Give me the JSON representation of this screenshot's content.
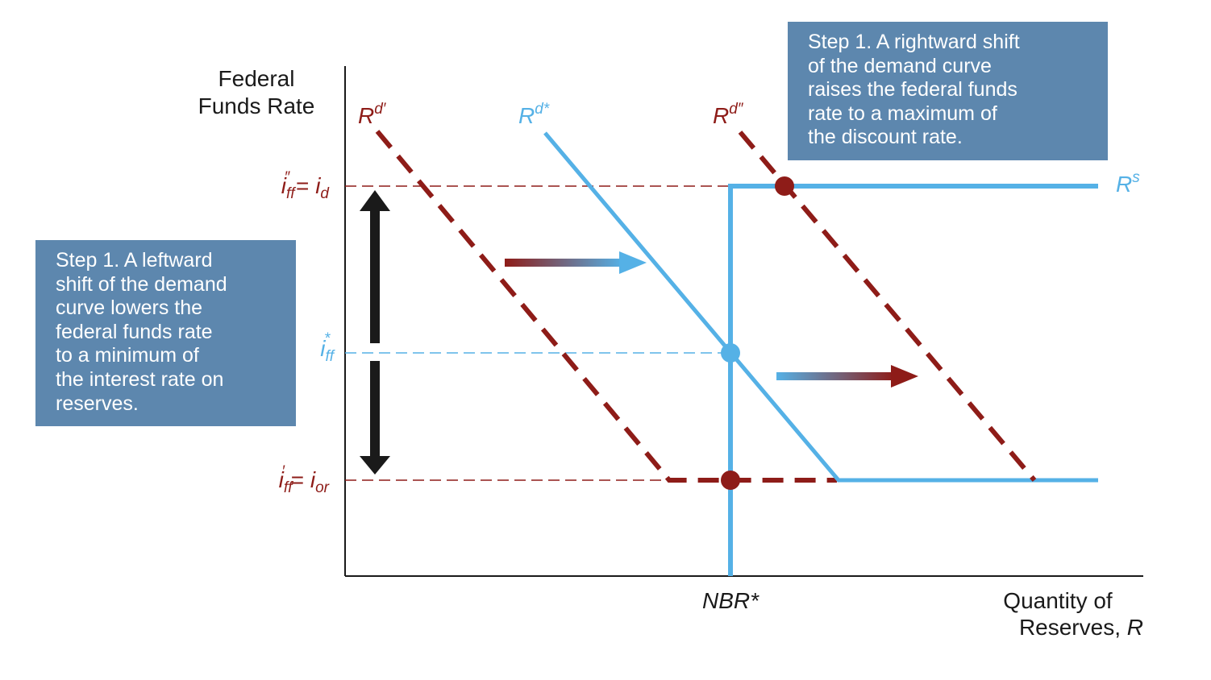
{
  "axes": {
    "y_label_line1": "Federal",
    "y_label_line2": "Funds Rate",
    "x_label_line1": "Quantity of",
    "x_label_line2": "Reserves, ",
    "x_label_var": "R",
    "x_tick": "NBR*"
  },
  "rates": {
    "upper": {
      "i": "i",
      "sub": "ff",
      "prime": "″",
      "eq": " = ",
      "rhs": "i",
      "rhs_sub": "d"
    },
    "middle": {
      "i": "i",
      "sub": "ff",
      "sup": "*"
    },
    "lower": {
      "i": "i",
      "sub": "ff",
      "prime": "′",
      "eq": " = ",
      "rhs": "i",
      "rhs_sub": "or"
    }
  },
  "curves": {
    "demand_left": {
      "base": "R",
      "sup": "d′"
    },
    "demand_star": {
      "base": "R",
      "sup": "d*"
    },
    "demand_right": {
      "base": "R",
      "sup": "d″"
    },
    "supply": {
      "base": "R",
      "sup": "s"
    }
  },
  "notes": {
    "right": "Step 1. A rightward shift\nof the demand curve\nraises the federal funds\nrate to a maximum of\nthe discount rate.",
    "left": "Step 1. A leftward\nshift of the demand\ncurve lowers the\nfederal funds rate\nto a minimum of\nthe interest rate on\nreserves."
  },
  "colors": {
    "blue": "#55b1e6",
    "dark_red": "#8e1c18",
    "black": "#1a1a1a",
    "box": "#5d87ae"
  }
}
